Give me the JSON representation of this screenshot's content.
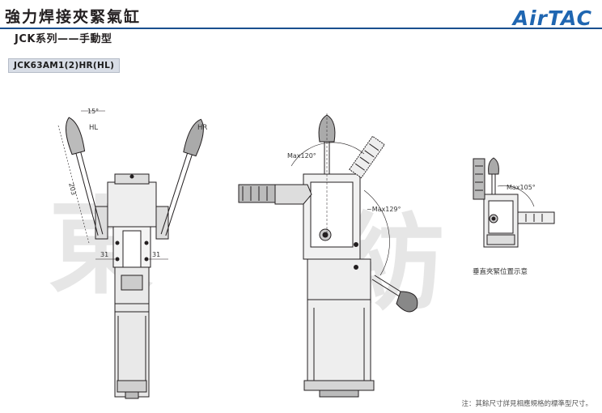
{
  "header": {
    "title": "強力焊接夾緊氣缸",
    "subtitle": "JCK系列——手動型",
    "brand": "AirTAC"
  },
  "model": "JCK63AM1(2)HR(HL)",
  "dimensions": {
    "angle_15": "15°",
    "length_203": "203",
    "width_31_left": "31",
    "width_31_right": "31",
    "label_hl": "HL",
    "label_hr": "HR",
    "max120": "Max120°",
    "max129": "~Max129°",
    "max105": "Max105°"
  },
  "captions": {
    "vertical_clamp": "垂直夾緊位置示意"
  },
  "note": "注：其餘尺寸詳見相應規格的標準型尺寸。",
  "watermark": "東 紡"
}
